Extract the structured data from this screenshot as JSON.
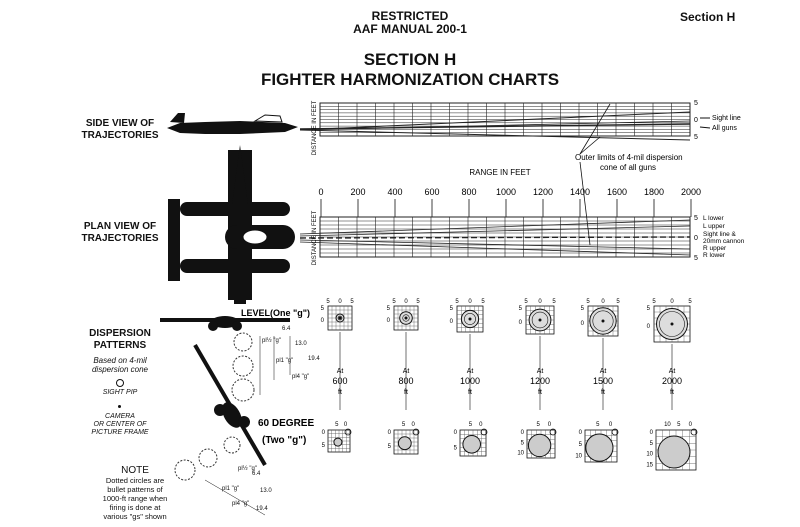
{
  "header": {
    "line1": "RESTRICTED",
    "line2": "AAF MANUAL 200-1",
    "section_tag": "Section H"
  },
  "title": {
    "line1": "SECTION H",
    "line2": "FIGHTER HARMONIZATION CHARTS"
  },
  "side_view": {
    "label_line1": "SIDE VIEW OF",
    "label_line2": "TRAJECTORIES",
    "axis_label": "DISTANCE IN FEET",
    "right_ticks": [
      "5",
      "0",
      "5"
    ],
    "legend": [
      "Sight line",
      "All guns"
    ]
  },
  "annotation": {
    "line1": "Outer limits of 4-mil dispersion",
    "line2": "cone of all guns"
  },
  "range": {
    "label": "RANGE IN FEET",
    "ticks": [
      "0",
      "200",
      "400",
      "600",
      "800",
      "1000",
      "1200",
      "1400",
      "1600",
      "1800",
      "2000"
    ]
  },
  "plan_view": {
    "label_line1": "PLAN VIEW OF",
    "label_line2": "TRAJECTORIES",
    "axis_label": "DISTANCE IN FEET",
    "right_ticks": [
      "5",
      "0",
      "5"
    ],
    "legend": [
      "L lower",
      "L upper",
      "Sight line &",
      "20mm cannon",
      "R upper",
      "R lower"
    ]
  },
  "dispersion": {
    "label_line1": "DISPERSION",
    "label_line2": "PATTERNS",
    "based_line1": "Based on 4-mil",
    "based_line2": "dispersion cone",
    "sight_pip": "SIGHT PIP",
    "camera_line1": "CAMERA",
    "camera_line2": "OR CENTER OF",
    "camera_line3": "PICTURE FRAME"
  },
  "level": {
    "label": "LEVEL",
    "g_label": "(One \"g\")",
    "dims": [
      "6.4",
      "13.0",
      "19.4"
    ],
    "g_marks": [
      "pl½ \"g\"",
      "pl1 \"g\"",
      "pl4 \"g\""
    ]
  },
  "sixty": {
    "label": "60 DEGREE",
    "g_label": "(Two \"g\")",
    "dims": [
      "6.4",
      "13.0",
      "19.4"
    ],
    "g_marks": [
      "pl½ \"g\"",
      "pl1 \"g\"",
      "pl4 \"g\""
    ]
  },
  "at_label": "At",
  "ft_label": "ft",
  "level_patterns": [
    {
      "range": "600",
      "top": [
        "5",
        "0",
        "5"
      ],
      "side": [
        "5",
        "0"
      ]
    },
    {
      "range": "800",
      "top": [
        "5",
        "0",
        "5"
      ],
      "side": [
        "5",
        "0"
      ]
    },
    {
      "range": "1000",
      "top": [
        "5",
        "0",
        "5"
      ],
      "side": [
        "5",
        "0"
      ]
    },
    {
      "range": "1200",
      "top": [
        "5",
        "0",
        "5"
      ],
      "side": [
        "5",
        "0"
      ]
    },
    {
      "range": "1500",
      "top": [
        "5",
        "0",
        "5"
      ],
      "side": [
        "5",
        "0"
      ]
    },
    {
      "range": "2000",
      "top": [
        "5",
        "0",
        "5"
      ],
      "side": [
        "5",
        "0"
      ]
    }
  ],
  "sixty_patterns": [
    {
      "top": [
        "5",
        "0"
      ],
      "side": [
        "0",
        "5"
      ]
    },
    {
      "top": [
        "5",
        "0"
      ],
      "side": [
        "0",
        "5"
      ]
    },
    {
      "top": [
        "5",
        "0"
      ],
      "side": [
        "0",
        "5"
      ]
    },
    {
      "top": [
        "5",
        "0"
      ],
      "side": [
        "0",
        "5",
        "10"
      ]
    },
    {
      "top": [
        "5",
        "0"
      ],
      "side": [
        "0",
        "5",
        "10"
      ]
    },
    {
      "top": [
        "10",
        "5",
        "0"
      ],
      "side": [
        "0",
        "5",
        "10",
        "15"
      ]
    }
  ],
  "note": {
    "title": "NOTE",
    "line1": "Dotted circles are",
    "line2": "bullet patterns of",
    "line3": "1000-ft range when",
    "line4": "firing is done at",
    "line5": "various \"gs\" shown"
  }
}
